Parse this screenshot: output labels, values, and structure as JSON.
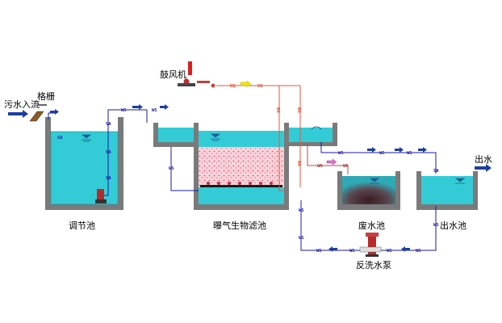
{
  "labels": {
    "inflow": "污水入流",
    "screen": "格栅",
    "blower": "鼓风机",
    "equalization_tank": "调节池",
    "baf_tank": "曝气生物滤池",
    "wastewater_tank": "废水池",
    "effluent_tank": "出水池",
    "backwash_pump": "反洗水泵",
    "outflow": "出水"
  },
  "pipe_codes": {
    "sewage": "SA",
    "water": "WS",
    "air": "KQ",
    "backwash_air": "BN",
    "waste": "WN"
  },
  "colors": {
    "water": "#33ccd6",
    "water_dark": "#1f9fb5",
    "tank_wall": "#777777",
    "pipe_water": "#1a1aaa",
    "pipe_air": "#e8553a",
    "filter_media": "#f5c6cf",
    "arrow_blue": "#1e3fa0",
    "arrow_yellow": "#f2e400",
    "arrow_pink": "#e070c8"
  }
}
